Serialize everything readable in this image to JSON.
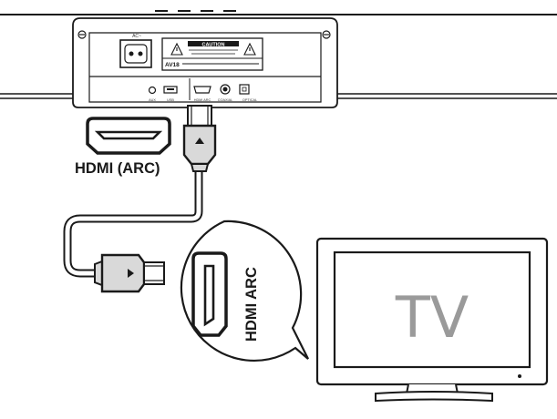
{
  "labels": {
    "hdmi_arc_port": "HDMI (ARC)",
    "callout_port": "HDMI ARC",
    "tv": "TV",
    "caution": "CAUTION",
    "model": "AV18",
    "ac": "AC~",
    "aux": "AUX",
    "usb": "USB",
    "hdmi_arc_small": "HDMI ARC",
    "coaxial": "COAXIAL",
    "optical": "OPTICAL"
  },
  "colors": {
    "line": "#1a1a1a",
    "connector_fill": "#d9d9d9",
    "tv_text": "#9a9a9a"
  },
  "icons": [
    "hdmi-port-icon",
    "hdmi-connector-icon",
    "ac-socket-icon",
    "usb-port-icon",
    "optical-port-icon",
    "coaxial-port-icon",
    "warning-triangle-icon",
    "screw-icon"
  ]
}
